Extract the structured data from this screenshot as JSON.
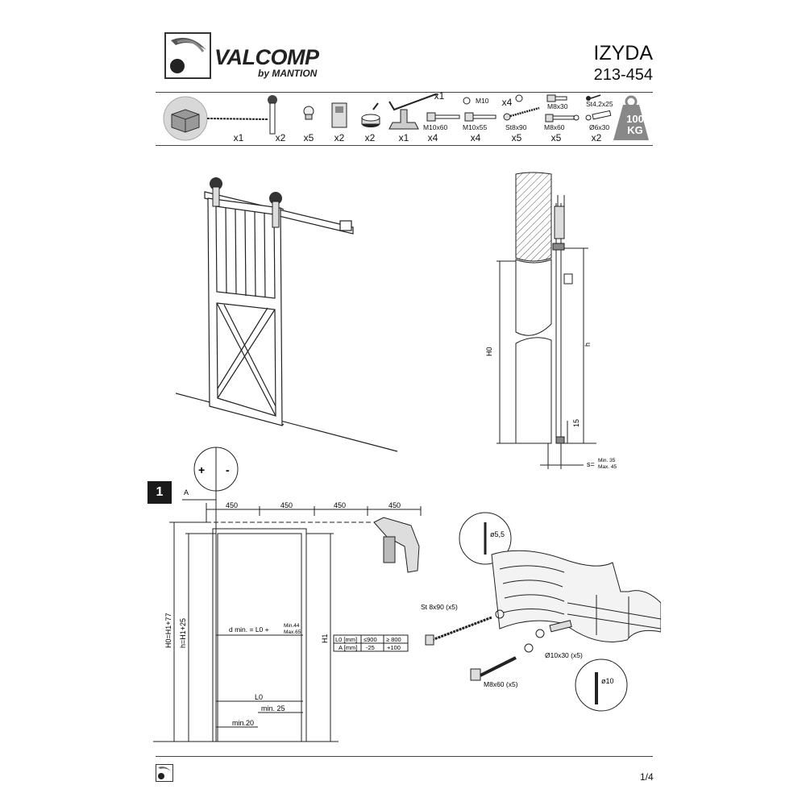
{
  "header": {
    "brand": "VALCOMP",
    "brand_sub": "by MANTION",
    "product_name": "IZYDA",
    "product_code": "213-454"
  },
  "parts": {
    "rail_qty": "x1",
    "hanger_qty": "x2",
    "spacer_qty": "x5",
    "stop_qty": "x2",
    "bumper_qty": "x2",
    "key_qty": "x1",
    "guide_qty": "x1",
    "m10x60_label": "M10x60",
    "m10x60_qty": "x4",
    "m10_label": "M10",
    "m10x55_label": "M10x55",
    "m10x55_qty": "x4",
    "st8x90_top_qty": "x4",
    "st8x90_label": "St8x90",
    "st8x90_qty": "x5",
    "m8x30_label": "M8x30",
    "m8x60_label": "M8x60",
    "m8x60_qty": "x5",
    "st42x25_label": "St4,2x25",
    "dowel_label": "Ø6x30",
    "dowel_qty": "x2",
    "weight_value": "100",
    "weight_unit": "KG"
  },
  "side_view": {
    "h0_label": "H0",
    "h_label": "h",
    "gap15_label": "15",
    "s_label": "s=",
    "s_min": "Min. 35",
    "s_max": "Max. 45"
  },
  "step1": {
    "step_number": "1",
    "plus": "+",
    "minus": "-",
    "a_label": "A",
    "spacing_1": "450",
    "spacing_2": "450",
    "spacing_3": "450",
    "spacing_4": "450",
    "h0_total": "H0=H1+77",
    "h_total": "h=H1+25",
    "h1_label": "H1",
    "dmin_formula": "d min. = L0 +",
    "dmin_min": "Min.44",
    "dmin_max": "Max.65",
    "l0_label": "L0",
    "min25_label": "min. 25",
    "min20_label": "min.20",
    "table_h1": "L0 [mm]",
    "table_h2": "≤900",
    "table_h3": "≥ 800",
    "table_r1": "A [mm]",
    "table_r2": "-25",
    "table_r3": "+100",
    "drill_small": "ø5,5",
    "screw_label": "St 8x90 (x5)",
    "dowel_label": "Ø10x30 (x5)",
    "bolt_label": "M8x60 (x5)",
    "drill_large": "ø10"
  },
  "footer": {
    "page_number": "1/4"
  }
}
